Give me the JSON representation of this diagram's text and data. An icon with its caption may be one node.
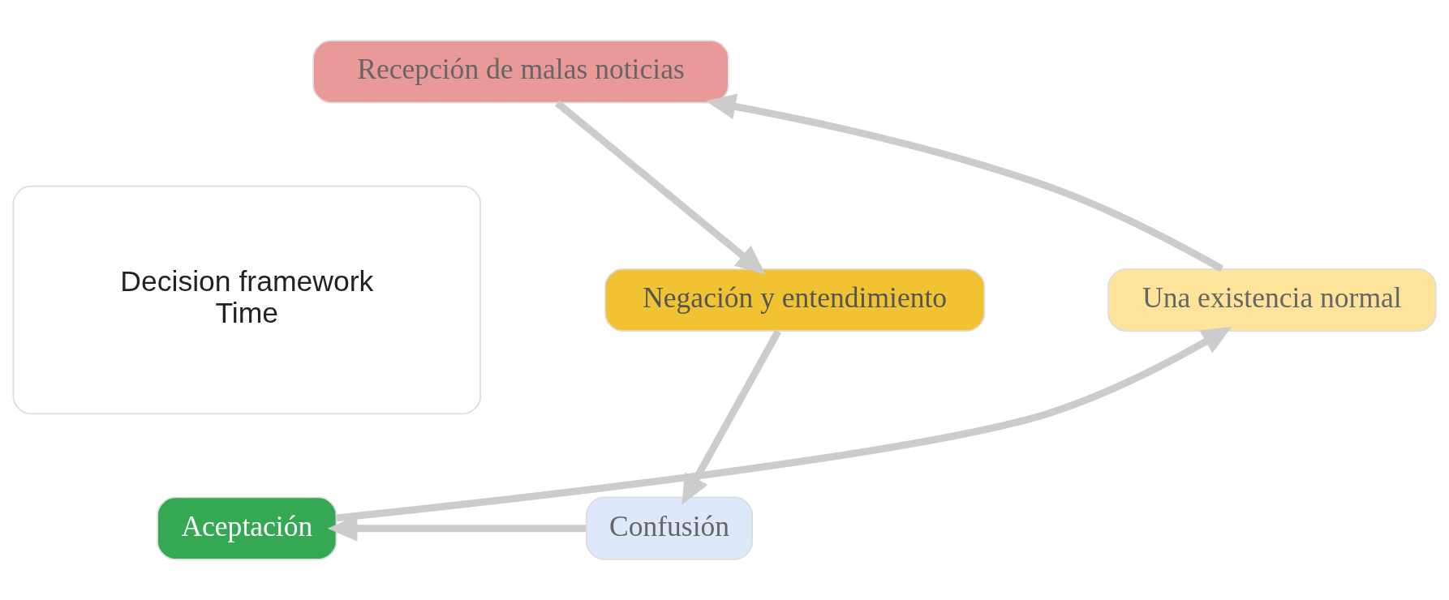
{
  "diagram": {
    "nodes": [
      {
        "text": [
          "Recepción de malas noticias"
        ]
      },
      {
        "text": [
          "Decision framework",
          "Time"
        ]
      },
      {
        "text": [
          "Una existencia normal"
        ]
      },
      {
        "text": [
          "Negación y entendimiento"
        ]
      },
      {
        "text": [
          "Aceptación"
        ]
      },
      {
        "text": [
          "Confusión"
        ]
      }
    ],
    "edges": [
      {
        "from": 0,
        "to": 3,
        "arrow": "to"
      },
      {
        "from": 3,
        "to": 5,
        "arrow": "to"
      },
      {
        "from": 5,
        "to": 4,
        "arrow": "to"
      },
      {
        "from": 4,
        "to": 2,
        "arrow": "to"
      },
      {
        "from": 2,
        "to": 0,
        "arrow": "to"
      }
    ]
  }
}
